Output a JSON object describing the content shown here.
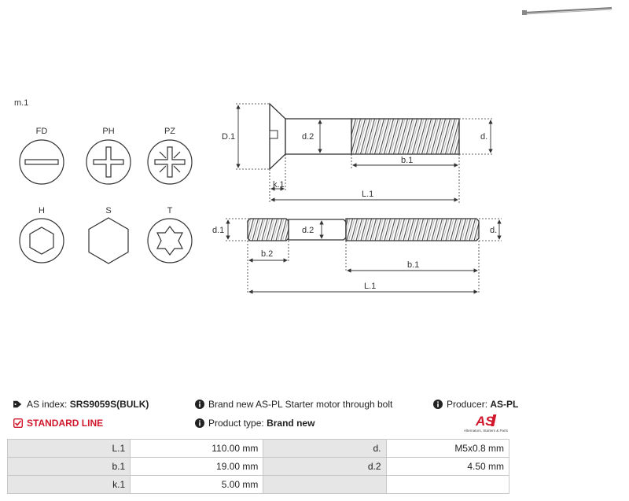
{
  "drawing": {
    "variant_label": "m.1",
    "head_types": [
      "FD",
      "PH",
      "PZ",
      "H",
      "S",
      "T"
    ],
    "dims_top": {
      "D1": "D.1",
      "d2": "d.2",
      "d": "d.",
      "b1": "b.1",
      "k1": "k.1",
      "L1": "L.1"
    },
    "dims_bottom": {
      "d1": "d.1",
      "d2": "d.2",
      "d": "d.",
      "b2": "b.2",
      "b1": "b.1",
      "L1": "L.1"
    }
  },
  "product": {
    "as_index_label": "AS index:",
    "as_index_value": "SRS9059S(BULK)",
    "line_label": "STANDARD LINE",
    "description": "Brand new AS-PL Starter motor through bolt",
    "type_label": "Product type:",
    "type_value": "Brand new",
    "producer_label": "Producer:",
    "producer_value": "AS-PL",
    "logo_text": "AS",
    "logo_caption": "Alternators, Starters & Parts"
  },
  "specs": [
    [
      "L.1",
      "110.00 mm",
      "d.",
      "M5x0.8 mm"
    ],
    [
      "b.1",
      "19.00 mm",
      "d.2",
      "4.50 mm"
    ],
    [
      "k.1",
      "5.00 mm",
      "",
      ""
    ]
  ],
  "colors": {
    "accent_red": "#d0172b",
    "table_header_bg": "#e6e6e6",
    "line": "#333333"
  }
}
